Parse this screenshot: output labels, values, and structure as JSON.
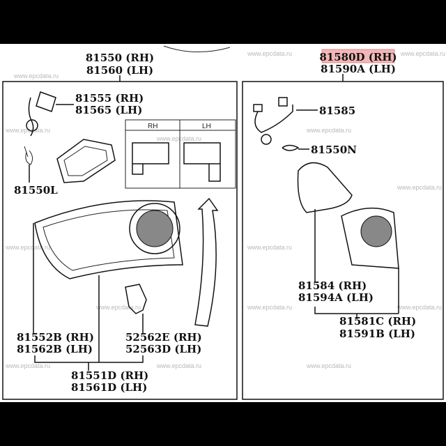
{
  "watermark": "www.epcdata.ru",
  "highlight_color": "#f3b7b7",
  "left_assembly": {
    "rh": "81550 (RH)",
    "lh": "81560 (LH)"
  },
  "right_assembly": {
    "rh": "81580D (RH)",
    "lh": "81590A (LH)",
    "highlighted": true
  },
  "parts": {
    "socket_wire_left": {
      "rh": "81555 (RH)",
      "lh": "81565 (LH)"
    },
    "bulb_left": "81550L",
    "inset": {
      "rh": "RH",
      "lh": "LH"
    },
    "lens_left": {
      "rh": "81552B (RH)",
      "lh": "81562B (LH)"
    },
    "bracket": {
      "rh": "52562E (RH)",
      "lh": "52563D (LH)"
    },
    "lamp_sub_left": {
      "rh": "81551D (RH)",
      "lh": "81561D (LH)"
    },
    "socket_wire_right": "81585",
    "bulb_right": "81550N",
    "gasket_right": {
      "rh": "81584 (RH)",
      "lh": "81594A (LH)"
    },
    "lamp_sub_right": {
      "rh": "81581C (RH)",
      "lh": "81591B (LH)"
    }
  }
}
